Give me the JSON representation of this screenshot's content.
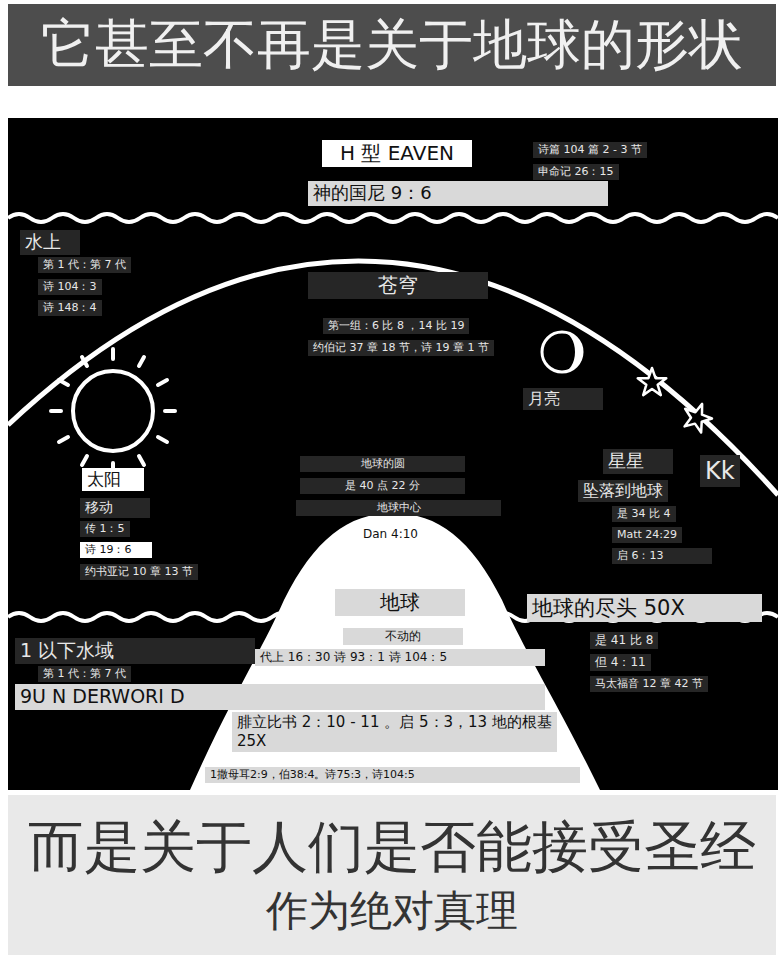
{
  "diagram": {
    "title": "它甚至不再是关于地球的形状",
    "caption": "而是关于人们是否能接受圣经 作为绝对真理",
    "labels": [
      "H 型 EAVEN",
      "诗篇 104 篇 2 - 3 节",
      "申命记 26：15",
      "神的国尼 9：6",
      "水上",
      "第 1 代：第 7 代",
      "诗 104：3",
      "诗 148：4",
      "苍穹",
      "第一组：6 比 8 ，14 比 19",
      "约伯记 37 章 18 节，诗 19 章 1 节",
      "月亮",
      "太阳",
      "移动",
      "传 1：5",
      "诗 19：6",
      "约书亚记 10 章 13 节",
      "地球的圆",
      "是 40 点 22 分",
      "地球中心",
      "Dan 4:10",
      "星星",
      "Kk",
      "坠落到地球",
      "是 34 比 4",
      "Matt 24:29",
      "启 6：13",
      "地球",
      "地球的尽头 50X",
      "1 以下水域",
      "第 1 代：第 7 代",
      "9U N DERWORI D",
      "不动的",
      "代上 16：30 诗 93：1 诗 104：5",
      "是 41 比 8",
      "但 4：11",
      "马太福音 12 章 42 节",
      "腓立比书 2：10 - 11 。启 5：3，13 地的根基 25X",
      "1撒母耳2:9，伯38:4。诗75:3，诗104:5"
    ]
  }
}
